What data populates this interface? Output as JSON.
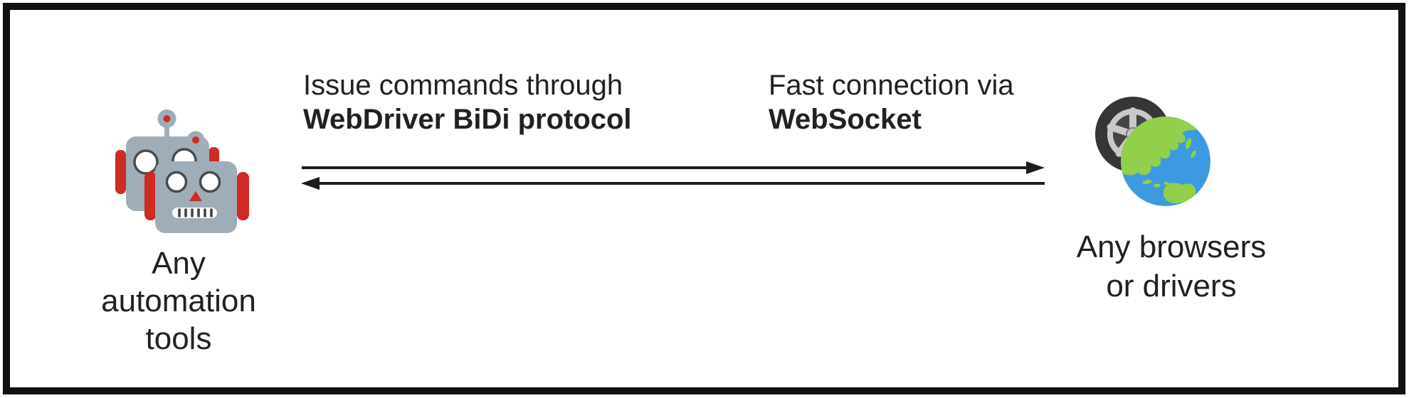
{
  "connection": {
    "command_label": {
      "line1": "Issue commands through",
      "line2": "WebDriver BiDi protocol"
    },
    "transport_label": {
      "line1": "Fast connection via",
      "line2": "WebSocket"
    }
  },
  "nodes": {
    "automation_tools": {
      "lines": [
        "Any",
        "automation",
        "tools"
      ]
    },
    "browsers": {
      "lines": [
        "Any browsers",
        "or drivers"
      ]
    }
  },
  "icons": {
    "left": "robot-pair-icon",
    "right": "wheel-globe-icon"
  },
  "colors": {
    "border": "#111111",
    "text": "#202124",
    "arrow": "#1d1d1d",
    "robot_body": "#9fadb8",
    "robot_accent": "#cd2b24",
    "robot_eye_stroke": "#4a4a4a",
    "globe_ocean": "#3d9ae0",
    "globe_land": "#92cf4a",
    "tire": "#363636",
    "rim": "#c9c9c9"
  }
}
